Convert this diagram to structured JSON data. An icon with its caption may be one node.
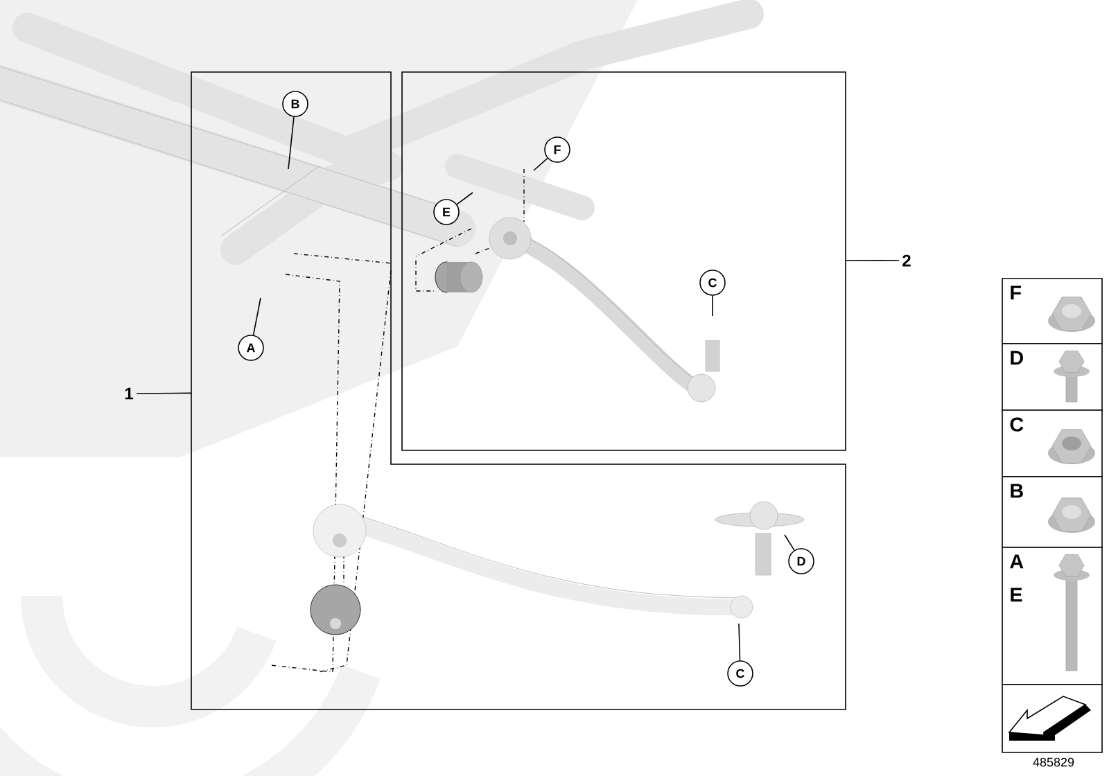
{
  "diagram": {
    "nodes": [
      {
        "text": [],
        "shape": "box"
      },
      {
        "text": [],
        "shape": "box"
      },
      {
        "text": [
          "1"
        ]
      },
      {
        "text": [
          "2"
        ]
      },
      {
        "text": [
          "B"
        ],
        "in": 0
      },
      {
        "text": [
          "A"
        ],
        "in": 0
      },
      {
        "text": [
          "F"
        ],
        "in": 1
      },
      {
        "text": [
          "E"
        ],
        "in": 1
      },
      {
        "text": [
          "C"
        ],
        "in": 1
      },
      {
        "text": [
          "C"
        ],
        "in": 0
      },
      {
        "text": [
          "D"
        ],
        "in": 0
      },
      {
        "text": [
          "F"
        ]
      },
      {
        "text": [
          "D"
        ]
      },
      {
        "text": [
          "C"
        ]
      },
      {
        "text": [
          "B"
        ]
      },
      {
        "text": [
          "A",
          "E"
        ]
      },
      {
        "text": [],
        "shape": "box"
      },
      {
        "text": [],
        "shape": "picture",
        "in": 0
      }
    ],
    "edges": [
      {
        "from": 2,
        "to": 0,
        "arrow": "none"
      },
      {
        "from": 3,
        "to": 1,
        "arrow": "none"
      },
      {
        "from": 4,
        "to": null,
        "arrow": "none"
      },
      {
        "from": 5,
        "to": null,
        "arrow": "none"
      },
      {
        "from": 6,
        "to": null,
        "arrow": "none"
      },
      {
        "from": 7,
        "to": null,
        "arrow": "none"
      },
      {
        "from": 8,
        "to": null,
        "arrow": "none"
      },
      {
        "from": 9,
        "to": 17,
        "arrow": "none"
      },
      {
        "from": 10,
        "to": 17,
        "arrow": "none"
      }
    ],
    "labels": [
      "485829"
    ]
  }
}
